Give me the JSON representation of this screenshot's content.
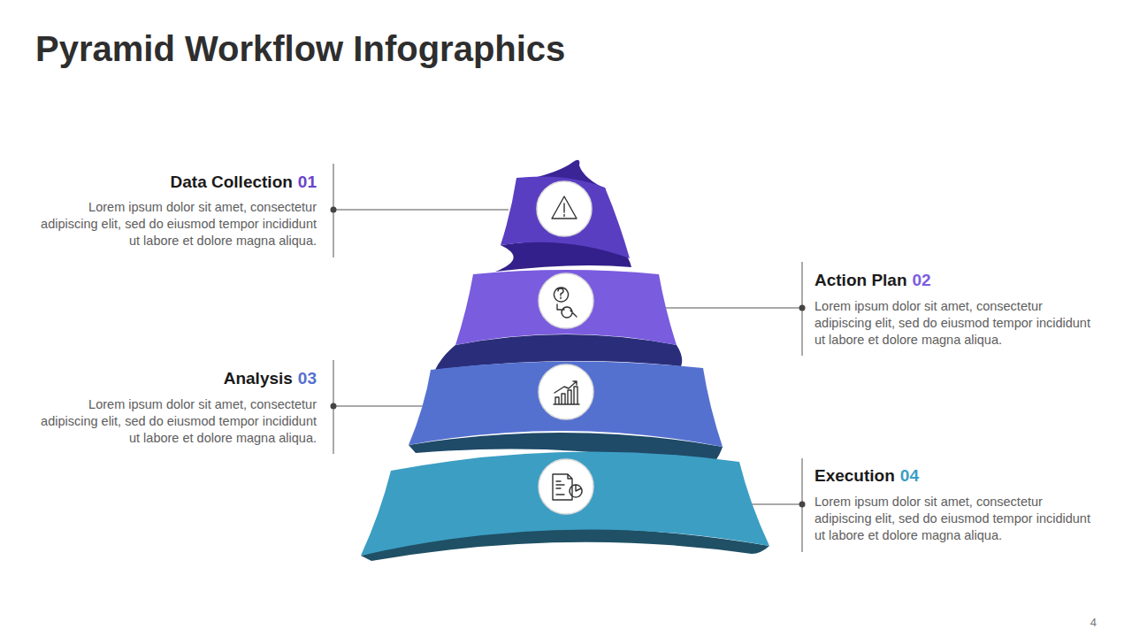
{
  "diagram": {
    "title": "Pyramid Workflow Infographics",
    "nodes": [
      {
        "text": [
          "Data Collection",
          "01",
          "Lorem ipsum dolor sit amet, consectetur adipiscing elit, sed do eiusmod tempor incididunt ut labore et dolore magna aliqua."
        ]
      },
      {
        "text": [
          "Action Plan",
          "02",
          "Lorem ipsum dolor sit amet, consectetur adipiscing elit, sed do eiusmod tempor incididunt ut labore et dolore magna aliqua."
        ]
      },
      {
        "text": [
          "Analysis",
          "03",
          "Lorem ipsum dolor sit amet, consectetur adipiscing elit, sed do eiusmod tempor incididunt ut labore et dolore magna aliqua."
        ]
      },
      {
        "text": [
          "Execution",
          "04",
          "Lorem ipsum dolor sit amet, consectetur adipiscing elit, sed do eiusmod tempor incididunt ut labore et dolore magna aliqua."
        ]
      }
    ],
    "labels": [
      "4"
    ]
  }
}
